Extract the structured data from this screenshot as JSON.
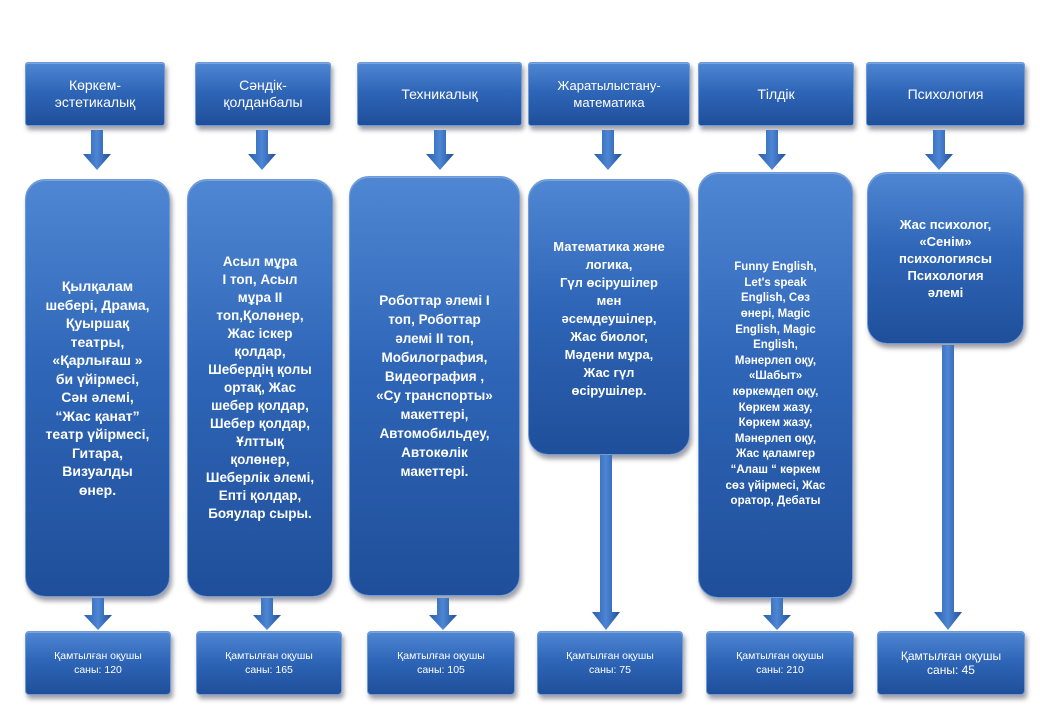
{
  "columns": [
    {
      "header": "Көркем-\nэстетикалық",
      "content": "Қылқалам\nшебері, Драма,\nҚуыршақ\nтеатры,\n«Қарлығаш »\nби үйірмесі,\nСән әлемі,\n“Жас қанат”\nтеатр үйірмесі,\nГитара,\nВизуалды\nөнер.",
      "footer": "Қамтылған оқушы\nсаны: 120"
    },
    {
      "header": "Сәндік-\nқолданбалы",
      "content": "Асыл мұра\nI топ, Асыл\nмұра II\nтоп,Қолөнер,\nЖас іскер\nқолдар,\nШебердің қолы\nортақ, Жас\nшебер қолдар,\nШебер қолдар,\nҰлттық\nқолөнер,\nШеберлік әлемі,\nЕпті қолдар,\nБояулар сыры.",
      "footer": "Қамтылған оқушы\nсаны: 165"
    },
    {
      "header": "Техникалық",
      "content": "Роботтар әлемі I\nтоп, Роботтар\nәлемі II топ,\nМобилография,\nВидеография ,\n«Су транспорты»\nмакеттері,\nАвтомобильдеу,\nАвтокөлік\nмакеттері.",
      "footer": "Қамтылған оқушы\nсаны: 105"
    },
    {
      "header": "Жаратылыстану-\nматематика",
      "content": "Математика және\nлогика,\nГүл өсірушілер\nмен\nәсемдеушілер,\nЖас биолог,\nМәдени мұра,\nЖас гүл\nөсірушілер.",
      "footer": "Қамтылған оқушы\nсаны: 75"
    },
    {
      "header": "Тілдік",
      "content": "Funny English,\nLet's speak\nEnglish, Сөз\nөнері, Magic\nEnglish, Magic\nEnglish,\nМәнерлеп оқу,\n«Шабыт»\nкөркемдеп оқу,\nКөркем жазу,\nКөркем жазу,\nМәнерлеп оқу,\nЖас қаламгер\n“Алаш “ көркем\nсөз үйірмесі, Жас\nоратор, Дебаты",
      "footer": "Қамтылған оқушы\nсаны: 210"
    },
    {
      "header": "Психология",
      "content": "Жас психолог,\n«Сенім»\nпсихологиясы\nПсихология\nәлемі",
      "footer": "Қамтылған оқушы\nсаны: 45"
    }
  ]
}
